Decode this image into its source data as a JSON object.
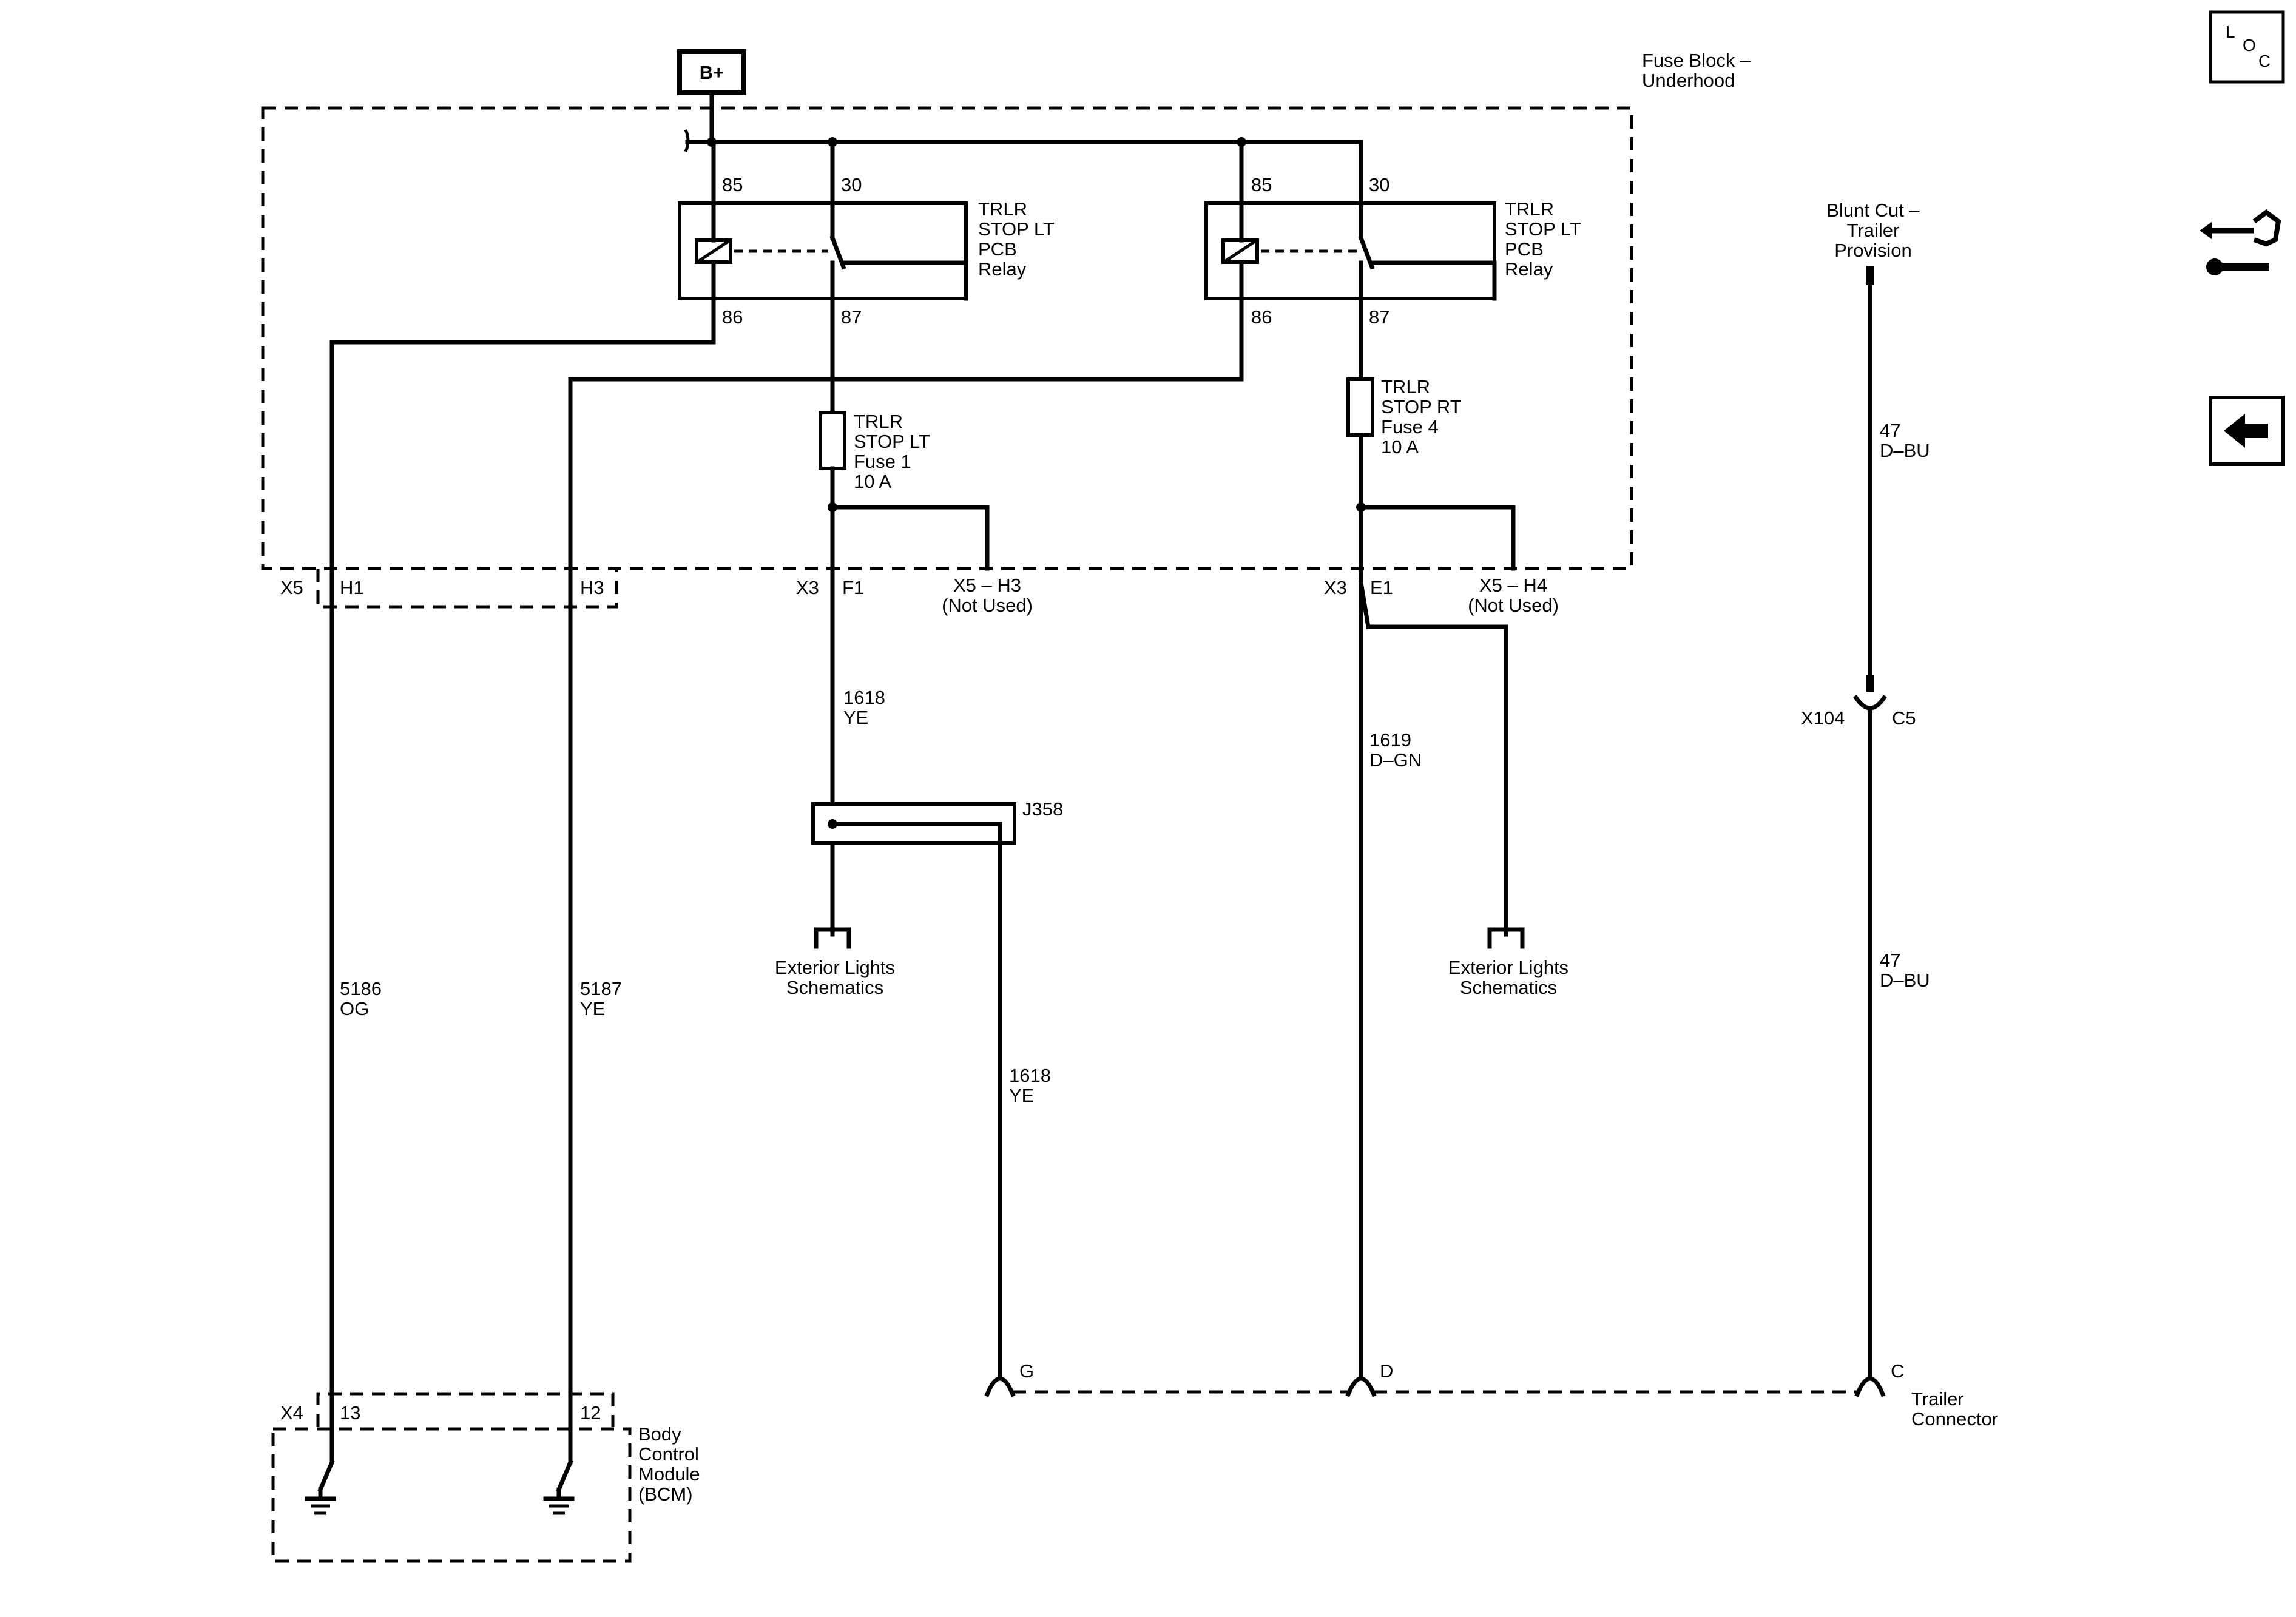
{
  "supply": {
    "label": "B+"
  },
  "fuse_block": {
    "title_line1": "Fuse Block –",
    "title_line2": "Underhood"
  },
  "relay_left": {
    "name_lines": [
      "TRLR",
      "STOP LT",
      "PCB",
      "Relay"
    ],
    "pin85": "85",
    "pin30": "30",
    "pin86": "86",
    "pin87": "87"
  },
  "relay_right": {
    "name_lines": [
      "TRLR",
      "STOP LT",
      "PCB",
      "Relay"
    ],
    "pin85": "85",
    "pin30": "30",
    "pin86": "86",
    "pin87": "87"
  },
  "fuse_left": {
    "lines": [
      "TRLR",
      "STOP LT",
      "Fuse 1",
      "10 A"
    ]
  },
  "fuse_right": {
    "lines": [
      "TRLR",
      "STOP RT",
      "Fuse 4",
      "10 A"
    ]
  },
  "connectors": {
    "x5": "X5",
    "h1": "H1",
    "h3": "H3",
    "x3_left": "X3",
    "f1": "F1",
    "x5_h3": "X5 – H3",
    "not_used_1": "(Not Used)",
    "x3_right": "X3",
    "e1": "E1",
    "x5_h4": "X5 – H4",
    "not_used_2": "(Not Used)",
    "j358": "J358",
    "x104": "X104",
    "c5": "C5",
    "x4": "X4",
    "pin13": "13",
    "pin12": "12",
    "trailer_g": "G",
    "trailer_d": "D",
    "trailer_c": "C"
  },
  "wires": {
    "w1618_a_num": "1618",
    "w1618_a_color": "YE",
    "w1618_b_num": "1618",
    "w1618_b_color": "YE",
    "w1619_num": "1619",
    "w1619_color": "D–GN",
    "w5186_num": "5186",
    "w5186_color": "OG",
    "w5187_num": "5187",
    "w5187_color": "YE",
    "w47_a_num": "47",
    "w47_a_color": "D–BU",
    "w47_b_num": "47",
    "w47_b_color": "D–BU"
  },
  "references": {
    "ext_left_line1": "Exterior Lights",
    "ext_left_line2": "Schematics",
    "ext_right_line1": "Exterior Lights",
    "ext_right_line2": "Schematics"
  },
  "blunt_cut": {
    "lines": [
      "Blunt Cut –",
      "Trailer",
      "Provision"
    ]
  },
  "trailer_connector": {
    "line1": "Trailer",
    "line2": "Connector"
  },
  "bcm": {
    "lines": [
      "Body",
      "Control",
      "Module",
      "(BCM)"
    ]
  },
  "side_icons": {
    "loc_letters": [
      "L",
      "O",
      "C"
    ],
    "loc_icon": "location-icon",
    "connector_icon": "connector-wrench-icon",
    "back_icon": "back-arrow-icon"
  }
}
